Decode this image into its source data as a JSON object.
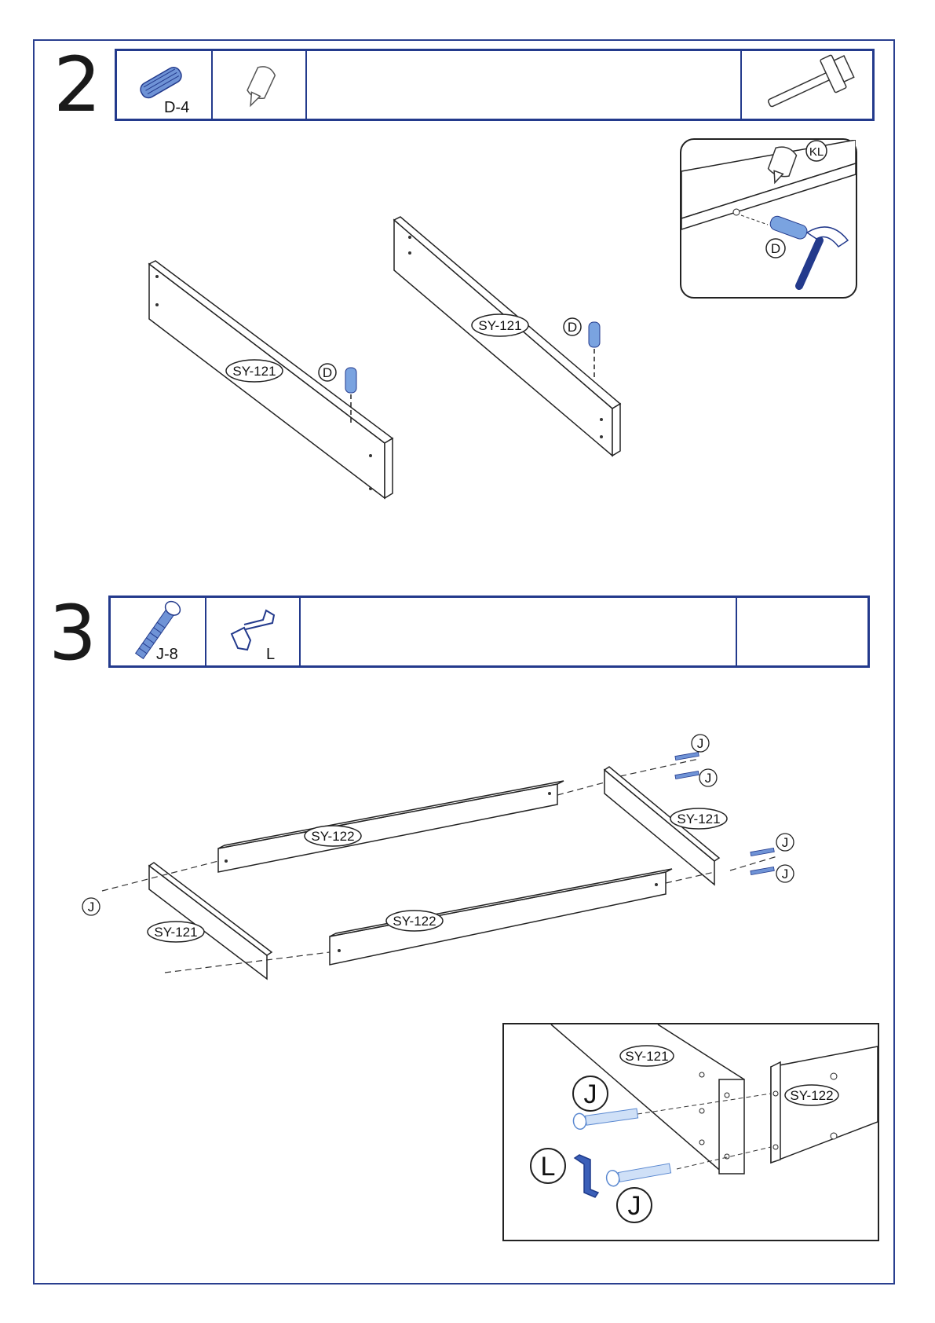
{
  "step2": {
    "number": "2",
    "parts": [
      {
        "icon": "dowel-icon",
        "code": "D-4"
      },
      {
        "icon": "glue-bottle-icon",
        "code": ""
      }
    ],
    "tool_icon": "hammer-icon",
    "boards": [
      {
        "label": "SY-121",
        "part": "D"
      },
      {
        "label": "SY-121",
        "part": "D"
      }
    ],
    "callout": {
      "glue_label": "KL",
      "dowel_label": "D"
    }
  },
  "step3": {
    "number": "3",
    "parts": [
      {
        "icon": "cam-bolt-icon",
        "code": "J-8"
      },
      {
        "icon": "allen-key-icon",
        "code": "L"
      }
    ],
    "frame_labels": {
      "side_top": "SY-121",
      "side_bottom": "SY-121",
      "rail_top": "SY-122",
      "rail_bottom": "SY-122",
      "screw": "J"
    },
    "callout": {
      "side_label": "SY-121",
      "rail_label": "SY-122",
      "screw_label": "J",
      "key_label": "L"
    }
  },
  "colors": {
    "frame_blue": "#233a8c",
    "part_blue": "#3b6fc4",
    "line": "#222222"
  }
}
